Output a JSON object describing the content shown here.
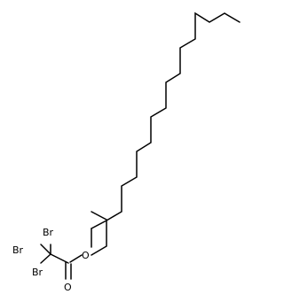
{
  "molecule": {
    "atoms": {
      "bromine_1": "Br",
      "bromine_2": "Br",
      "bromine_3": "Br",
      "ester_oxygen": "O",
      "carbonyl_oxygen": "O"
    }
  }
}
